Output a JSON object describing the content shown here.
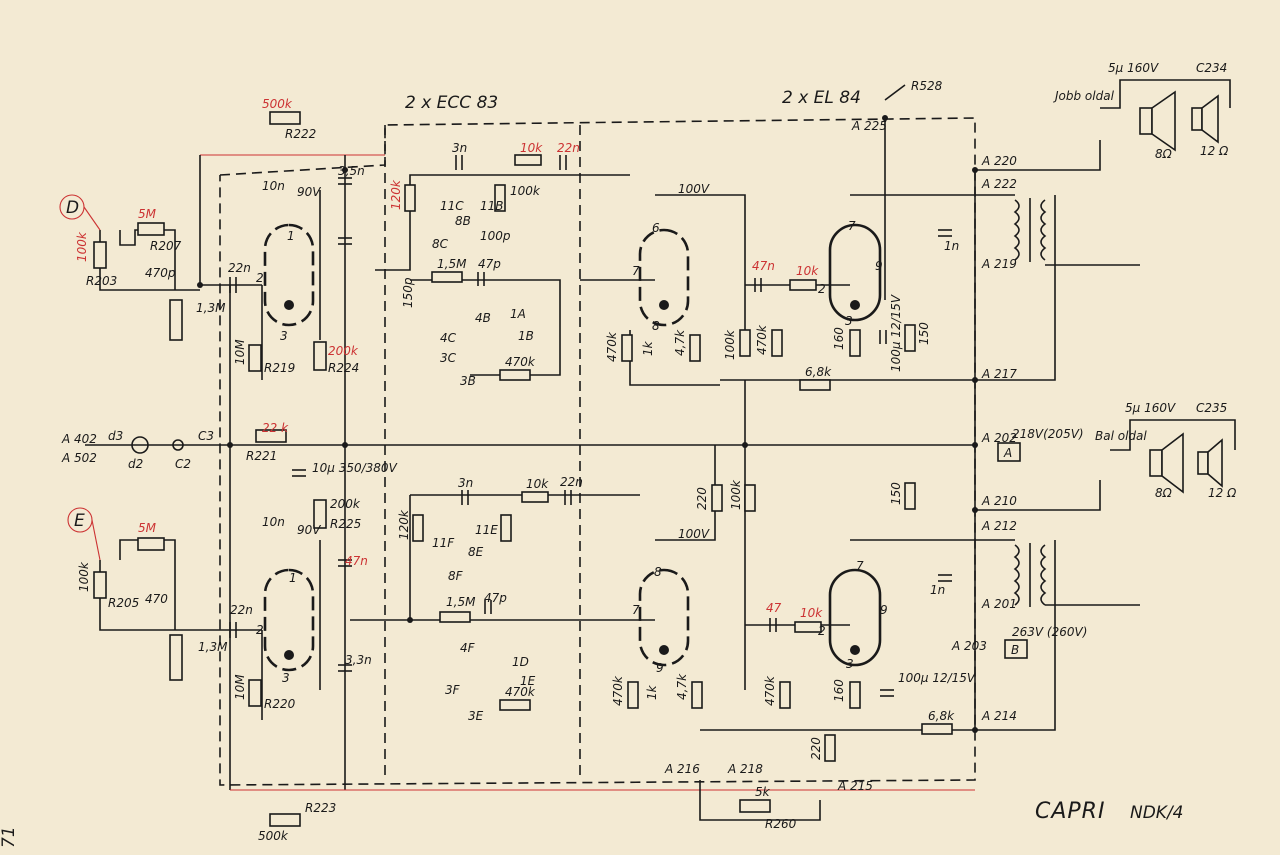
{
  "headings": {
    "left_tubes": "2 x ECC 83",
    "right_tubes": "2 x EL 84",
    "model_name": "CAPRI",
    "model_code": "NDK/4",
    "page_marker": "71"
  },
  "inputs": {
    "top_input": "D",
    "bottom_input": "E"
  },
  "connectors": {
    "a402": "A 402",
    "a502": "A 502",
    "d3": "d3",
    "d2": "d2",
    "c3": "C3",
    "c2": "C2"
  },
  "outputs": {
    "right_channel": "Jobb oldal",
    "left_channel": "Bal oldal",
    "imp_8": "8Ω",
    "imp_12": "12 Ω",
    "cap_top": "5μ 160V",
    "cap_top_ref": "C234",
    "cap_bottom": "5μ 160V",
    "cap_bottom_ref": "C235"
  },
  "supply": {
    "v218": "218V(205V)",
    "v263": "263V (260V)",
    "box_a": "A",
    "box_b": "B",
    "v90_top": "90V",
    "v90_bot": "90V",
    "v100_top": "100V",
    "v100_bot": "100V",
    "filter": "10μ 350/380V"
  },
  "terminals": [
    "A 225",
    "A 220",
    "A 222",
    "A 219",
    "A 217",
    "A 202",
    "A 210",
    "A 212",
    "A 201",
    "A 203",
    "A 214",
    "A 216",
    "A 218",
    "A 215"
  ],
  "r528": "R528",
  "components": {
    "r222": "R222",
    "r222_val": "500k",
    "r223": "R223",
    "r223_val": "500k",
    "r260": "R260",
    "r260_val": "5k",
    "r203_val": "100k",
    "r203": "R203",
    "r205_val": "100k",
    "r205": "R205",
    "r207": "R207",
    "r207_val": "5M",
    "r207b_val": "5M",
    "c205_val": "470p",
    "c206_val": "470",
    "r213_val": "1,3M",
    "r214_val": "1,3M",
    "r221_val": "22 k",
    "r221": "R221",
    "r224_val": "200k",
    "r224": "R224",
    "r225_val": "200k",
    "r225": "R225",
    "r219": "R219",
    "r220": "R220",
    "r219_val": "10M",
    "r220_val": "10M",
    "c213_val": "10n",
    "c214_val": "10n",
    "c211_val": "22n",
    "c212_val": "22n",
    "c230_val": "3,5n",
    "c219_val": "47n",
    "c219b_val": "3,3n",
    "r236_val": "10k",
    "r239_val": "10k",
    "c225_val": "22n",
    "c227_val": "22n",
    "r234_val": "470k",
    "r235_val": "470k",
    "r229_val": "1,5M",
    "r229b_val": "1,5M",
    "c236_val": "47p",
    "c237_val": "47p",
    "c233_val": "150p",
    "r227_val": "120k",
    "r227b_val": "120k",
    "r235b_val": "100k",
    "c234_val": "100p",
    "c272_val": "3n",
    "c223_val": "3n",
    "r252_val": "10k",
    "r253_val": "10k",
    "c228_val": "47n",
    "c229_val": "47",
    "r254_val": "6,8k",
    "r255_val": "6,8k",
    "r250_val": "470k",
    "r251_val": "470k",
    "r256_val": "160",
    "r257_val": "160",
    "c230b_val": "100μ 12/15V",
    "c231_val": "100μ 12/15V",
    "r258_val": "150",
    "r259_val": "150",
    "r248_val": "100k",
    "r246_val": "220",
    "r247_val": "220",
    "r249_val": "100k",
    "c232_val": "1n",
    "c233b_val": "1n",
    "r240_val": "470k",
    "r241_val": "470k",
    "r244_val": "4,7k",
    "r245_val": "4,7k",
    "r242_val": "1k",
    "r243_val": "1k"
  },
  "pins": {
    "p6": "6",
    "p7": "7",
    "p8": "8",
    "p9": "9",
    "p1": "1",
    "p2": "2",
    "p3": "3"
  },
  "switch_labels": [
    "8B",
    "8C",
    "11C",
    "11B",
    "4B",
    "1A",
    "1B",
    "4C",
    "3C",
    "3B",
    "8E",
    "11F",
    "11E",
    "8F",
    "4F",
    "1D",
    "1E",
    "3F",
    "3E"
  ]
}
